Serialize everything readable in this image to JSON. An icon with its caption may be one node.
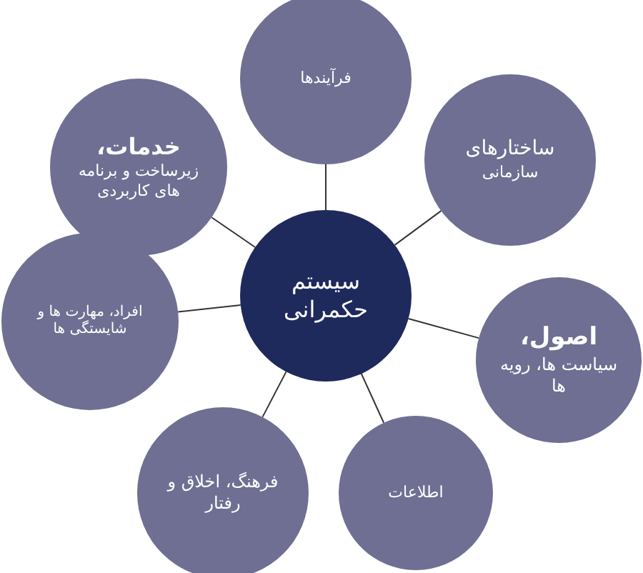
{
  "diagram": {
    "nodes": [
      {
        "text": [
          "فرآیندها"
        ]
      },
      {
        "text": [
          "خدمات،",
          "زیرساخت و برنامه های کاربردی"
        ]
      },
      {
        "text": [
          "ساختارهای",
          "سازمانی"
        ]
      },
      {
        "text": [
          "سیستم حکمرانی"
        ]
      },
      {
        "text": [
          "افراد، مهارت ها و شایستگی ها"
        ]
      },
      {
        "text": [
          "اصول،",
          "سیاست ها، رویه ها"
        ]
      },
      {
        "text": [
          "فرهنگ، اخلاق و رفتار"
        ]
      },
      {
        "text": [
          "اطلاعات"
        ]
      }
    ],
    "edges": [
      {
        "from": 3,
        "to": 0,
        "arrow": "none"
      },
      {
        "from": 3,
        "to": 2,
        "arrow": "none"
      },
      {
        "from": 3,
        "to": 5,
        "arrow": "none"
      },
      {
        "from": 3,
        "to": 7,
        "arrow": "none"
      },
      {
        "from": 3,
        "to": 6,
        "arrow": "none"
      },
      {
        "from": 3,
        "to": 4,
        "arrow": "none"
      },
      {
        "from": 3,
        "to": 1,
        "arrow": "none"
      }
    ]
  }
}
